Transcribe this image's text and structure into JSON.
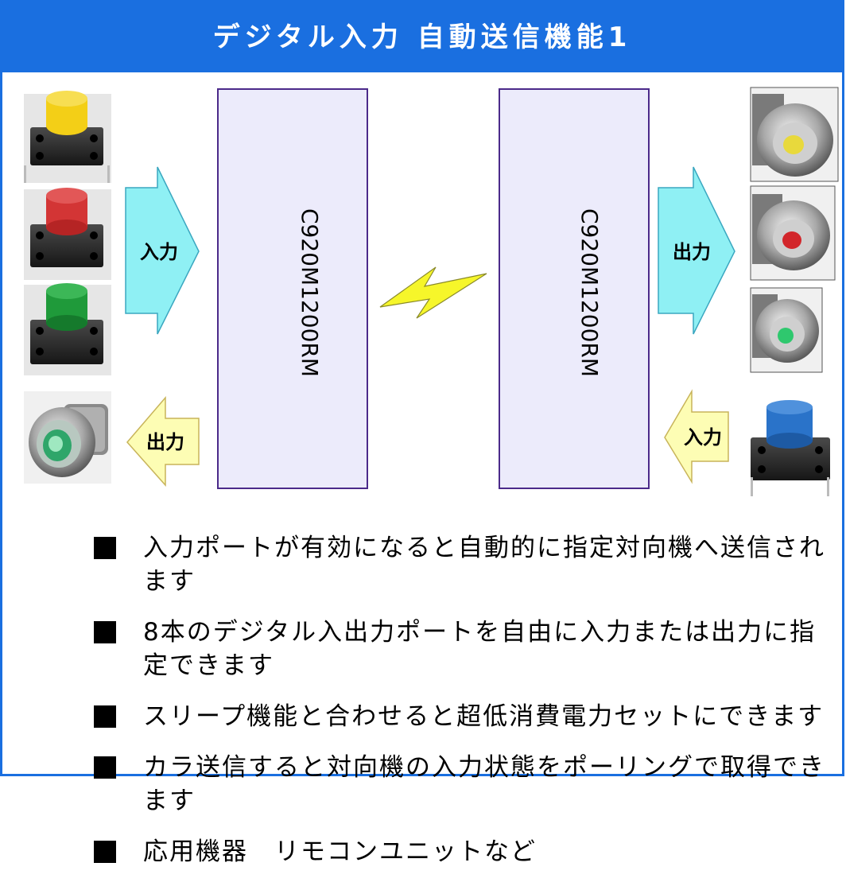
{
  "title": "デジタル入力 自動送信機能1",
  "devices": {
    "left_label": "C920M1200RM",
    "right_label": "C920M1200RM"
  },
  "arrows": {
    "left_input": "入力",
    "left_output": "出力",
    "right_output": "出力",
    "right_input": "入力"
  },
  "bullets": [
    "入力ポートが有効になると自動的に指定対向機へ送信されます",
    "8本のデジタル入出力ポートを自由に入力または出力に指定できます",
    "スリープ機能と合わせると超低消費電力セットにできます",
    "カラ送信すると対向機の入力状態をポーリングで取得できます",
    "応用機器　リモコンユニットなど"
  ],
  "colors": {
    "header": "#1a6fe0",
    "device_fill": "#ecebfb",
    "device_border": "#4b2a8a",
    "arrow_cyan": "#8ff0f4",
    "arrow_yellow": "#fdfdb4",
    "bolt": "#f6f62a",
    "button_yellow": "#f3cf17",
    "button_red": "#d33535",
    "button_green": "#1f9a3a",
    "button_blue": "#2a73c9",
    "lamp_yellow": "#e8d93c",
    "lamp_red": "#d2262b",
    "lamp_green": "#2fc86e"
  }
}
